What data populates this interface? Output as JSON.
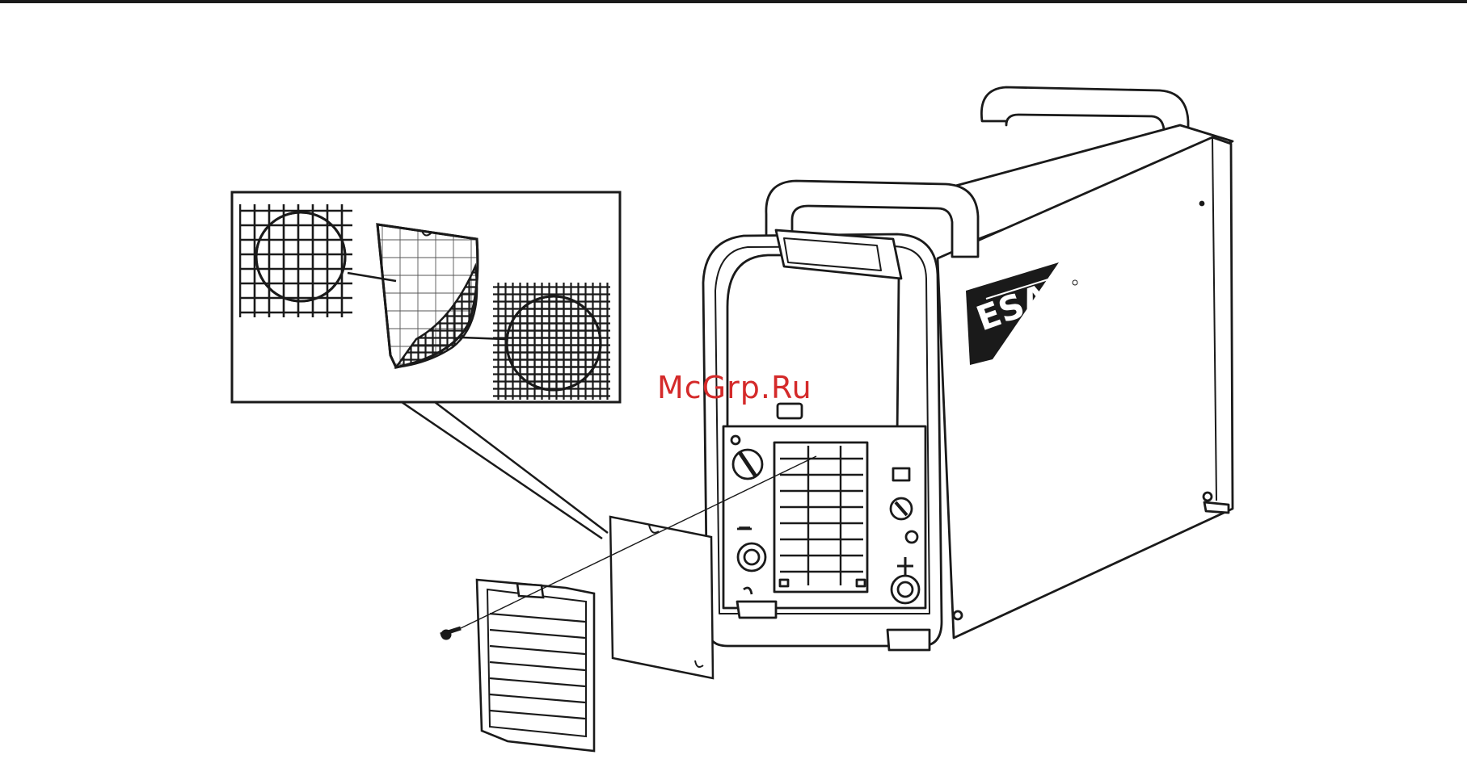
{
  "watermark": {
    "text": "McGrp.Ru",
    "color": "#d42a2a"
  },
  "brand": {
    "logo_text": "ESAB"
  },
  "panel": {
    "minus_symbol": "−",
    "plus_symbol": "+"
  },
  "colors": {
    "line": "#1a1a1a",
    "background": "#ffffff",
    "panel_fill": "#e9e9e9"
  },
  "icons": [
    "screw-icon",
    "mesh-filter-icon",
    "grille-icon",
    "dial-icon",
    "socket-icon",
    "esab-logo"
  ]
}
